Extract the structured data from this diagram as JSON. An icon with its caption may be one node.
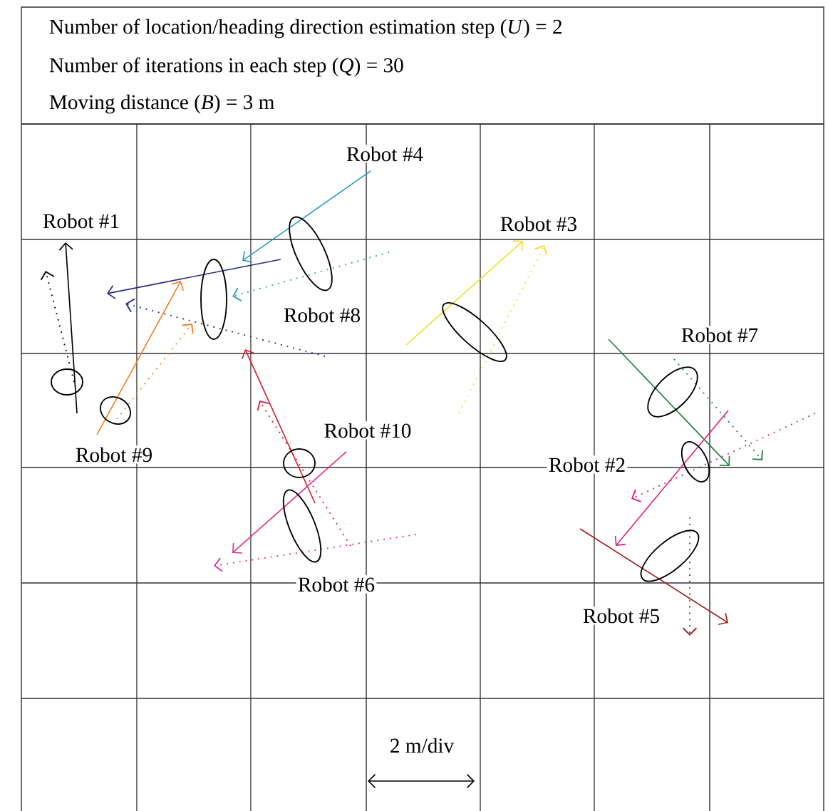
{
  "diagram": {
    "labels": [
      "Number of location/heading direction estimation step (*U*) = 2",
      "Number of iterations in each step (*Q*) = 30",
      "Moving distance (*B*) = 3 m",
      "Robot #4",
      "Robot #1",
      "Robot #3",
      "Robot #8",
      "Robot #7",
      "Robot #10",
      "Robot #9",
      "Robot #2",
      "Robot #6",
      "Robot #5",
      "2 m/div"
    ]
  }
}
